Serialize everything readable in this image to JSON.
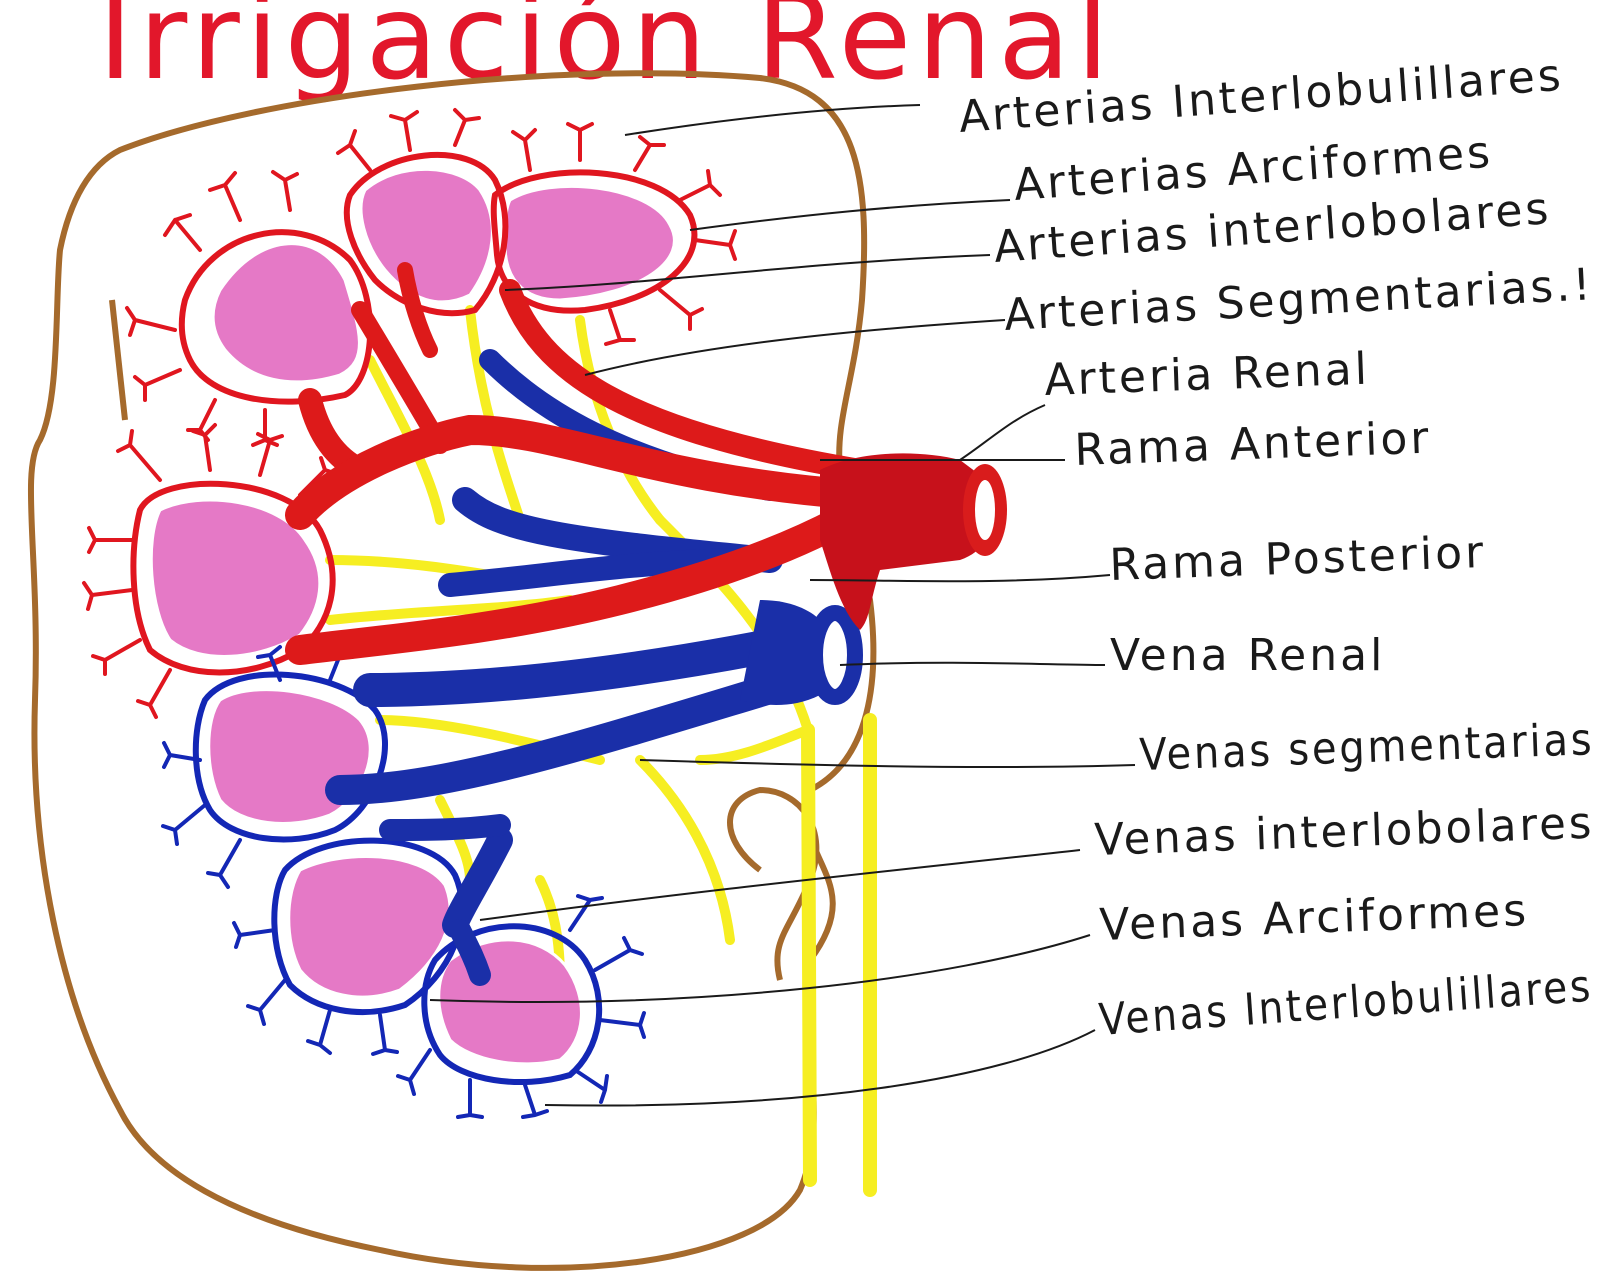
{
  "title": "Irrigación Renal",
  "labels": [
    {
      "id": "arterias-interlobulillares",
      "text": "Arterias Interlobulillares"
    },
    {
      "id": "arterias-arciformes",
      "text": "Arterias Arciformes"
    },
    {
      "id": "arterias-interlobolares",
      "text": "Arterias interlobolares"
    },
    {
      "id": "arterias-segmentarias",
      "text": "Arterias Segmentarias.!"
    },
    {
      "id": "arteria-renal",
      "text": "Arteria Renal"
    },
    {
      "id": "rama-anterior",
      "text": "Rama Anterior"
    },
    {
      "id": "rama-posterior",
      "text": "Rama Posterior"
    },
    {
      "id": "vena-renal",
      "text": "Vena Renal"
    },
    {
      "id": "venas-segmentarias",
      "text": "Venas segmentarias"
    },
    {
      "id": "venas-interlobolares",
      "text": "Venas interlobolares"
    },
    {
      "id": "venas-arciformes",
      "text": "Venas Arciformes"
    },
    {
      "id": "venas-interlobulillares",
      "text": "Venas Interlobulillares"
    }
  ],
  "colors": {
    "title": "#e2172b",
    "capsule": "#a56a2c",
    "pyramid": "#e579c6",
    "artery": "#dd1a1a",
    "vein": "#1a2fa8",
    "ureter": "#f6ee22",
    "leader_lines": "#1a1a1a"
  }
}
